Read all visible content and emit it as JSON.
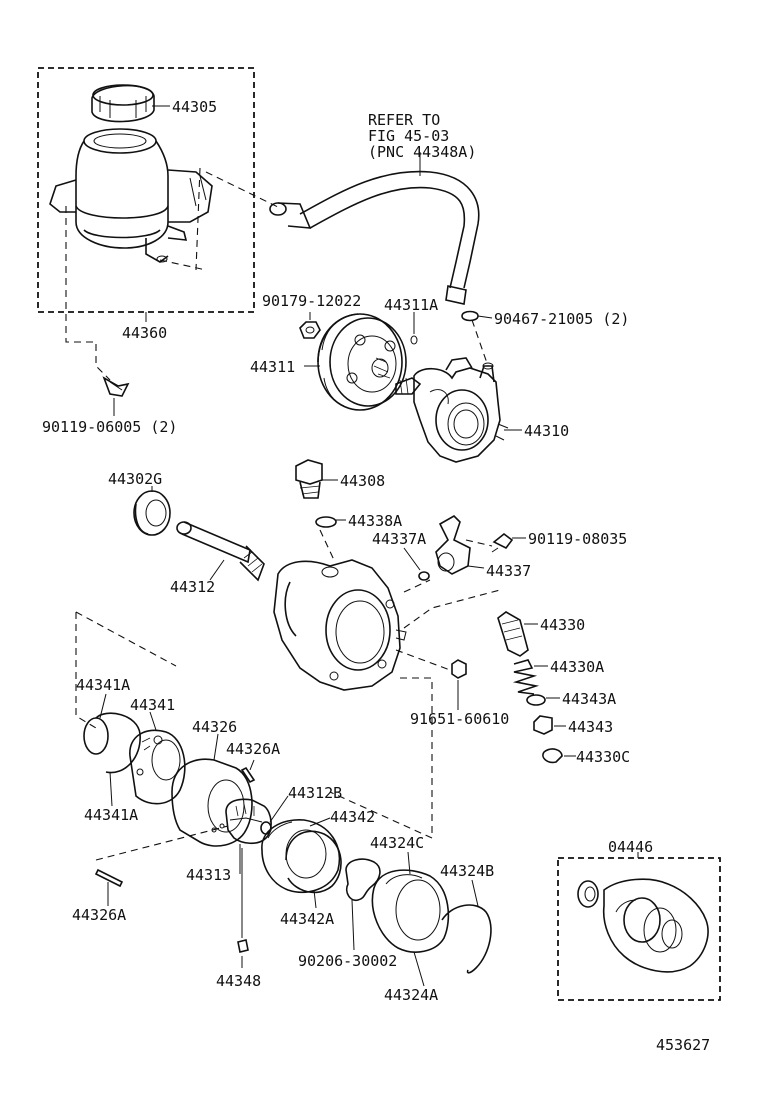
{
  "refer_note": {
    "line1": "REFER TO",
    "line2": "FIG 45-03",
    "line3": "(PNC 44348A)"
  },
  "labels": {
    "l44305": "44305",
    "l44360": "44360",
    "l90179": "90179-12022",
    "l44311A": "44311A",
    "l90467": "90467-21005 (2)",
    "l44311": "44311",
    "l90119a": "90119-06005 (2)",
    "l44310": "44310",
    "l44302G": "44302G",
    "l44308": "44308",
    "l44338A": "44338A",
    "l44337A": "44337A",
    "l90119b": "90119-08035",
    "l44337": "44337",
    "l44312": "44312",
    "l44330": "44330",
    "l44330A": "44330A",
    "l44343A": "44343A",
    "l91651": "91651-60610",
    "l44343": "44343",
    "l44341A_top": "44341A",
    "l44341": "44341",
    "l44326": "44326",
    "l44326A_top": "44326A",
    "l44330C": "44330C",
    "l44341A_bot": "44341A",
    "l44312B": "44312B",
    "l44342": "44342",
    "l44324C": "44324C",
    "l04446": "04446",
    "l44313": "44313",
    "l44324B": "44324B",
    "l44326A_bot": "44326A",
    "l44342A": "44342A",
    "l90206": "90206-30002",
    "l44348": "44348",
    "l44324A": "44324A",
    "ref_number": "453627"
  }
}
